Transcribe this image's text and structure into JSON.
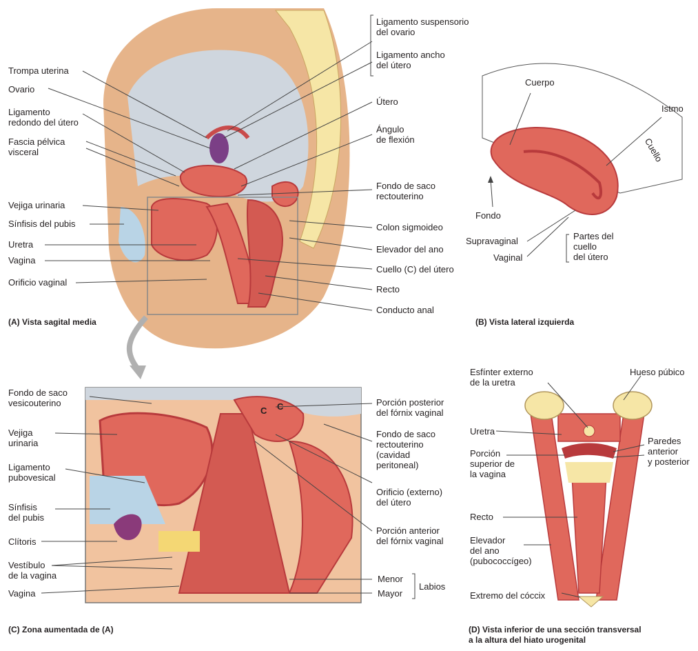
{
  "panel_a": {
    "caption": "(A)  Vista sagital media",
    "labels": {
      "trompa": "Trompa uterina",
      "ovario": "Ovario",
      "lig_redondo": "Ligamento\nredondo del útero",
      "fascia": "Fascia pélvica\nvisceral",
      "vejiga": "Vejiga urinaria",
      "sinfisis": "Sínfisis del pubis",
      "uretra": "Uretra",
      "vagina": "Vagina",
      "orificio": "Orificio vaginal",
      "lig_susp": "Ligamento suspensorio\ndel ovario",
      "lig_ancho": "Ligamento ancho\ndel útero",
      "utero": "Útero",
      "angulo": "Ángulo\nde flexión",
      "fondo_saco": "Fondo de saco\nrectouterino",
      "colon": "Colon sigmoideo",
      "elevador": "Elevador del ano",
      "cuello": "Cuello (C) del útero",
      "recto": "Recto",
      "conducto": "Conducto anal"
    }
  },
  "panel_b": {
    "caption": "(B)  Vista lateral izquierda",
    "labels": {
      "cuerpo": "Cuerpo",
      "istmo": "Istmo",
      "cuello": "Cuello",
      "fondo": "Fondo",
      "supravaginal": "Supravaginal",
      "vaginal": "Vaginal",
      "partes": "Partes del\ncuello\ndel útero"
    }
  },
  "panel_c": {
    "caption": "(C)  Zona aumentada de (A)",
    "labels": {
      "fondo_vesico": "Fondo de saco\nvesicouterino",
      "vejiga": "Vejiga\nurinaria",
      "lig_pubo": "Ligamento\npubovesical",
      "sinfisis": "Sínfisis\ndel pubis",
      "clitoris": "Clítoris",
      "vestibulo": "Vestíbulo\nde la vagina",
      "vagina": "Vagina",
      "porcion_post": "Porción posterior\ndel fórnix vaginal",
      "fondo_recto": "Fondo de saco\nrectouterino\n(cavidad\nperitoneal)",
      "orificio_ext": "Orificio (externo)\ndel útero",
      "porcion_ant": "Porción anterior\ndel fórnix vaginal",
      "menor": "Menor",
      "mayor": "Mayor",
      "labios": "Labios",
      "c_letter": "C"
    }
  },
  "panel_d": {
    "caption": "(D)  Vista inferior de una sección transversal\n       a la altura del hiato urogenital",
    "labels": {
      "esfinter": "Esfínter externo\nde la uretra",
      "hueso": "Hueso púbico",
      "uretra": "Uretra",
      "paredes": "Paredes\nanterior\ny posterior",
      "porcion_sup": "Porción\nsuperior de\nla vagina",
      "recto": "Recto",
      "elevador": "Elevador\ndel ano\n(pubococcígeo)",
      "coccix": "Extremo del cóccix"
    }
  },
  "colors": {
    "muscle": "#e0685c",
    "muscle_dark": "#b83a3c",
    "flesh": "#f1c39f",
    "skin": "#d9a87c",
    "bone": "#f6e6a6",
    "fat": "#f4d774",
    "peritoneum": "#cfd6de",
    "bladder_blue": "#b9d4e6",
    "line": "#444444"
  }
}
